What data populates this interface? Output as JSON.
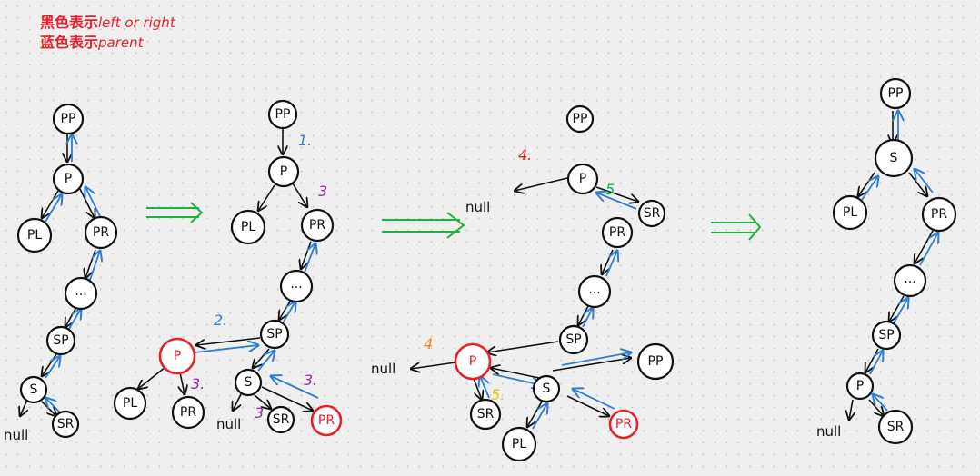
{
  "legend": {
    "line1_cn": "黑色表示",
    "line1_en": "left or right",
    "line2_cn": "蓝色表示",
    "line2_en": "parent",
    "color": "#e8202a"
  },
  "colors": {
    "black_edge": "#111111",
    "blue_edge": "#2f7fd0",
    "highlight": "#e8202a",
    "transition_arrow": "#19b53e",
    "step1": "#2f7fd0",
    "step2": "#2f7fd0",
    "step3": "#9a2aa8",
    "step4_red": "#e8202a",
    "step4_orange": "#f08a1c",
    "step5_green": "#19b53e",
    "step5_yellow": "#f2c200"
  },
  "labels": {
    "pp": "PP",
    "p": "P",
    "pl": "PL",
    "pr": "PR",
    "dots": "...",
    "sp": "SP",
    "s": "S",
    "sr": "SR",
    "null": "null"
  },
  "step_labels": {
    "s1": "1.",
    "s2": "2.",
    "s3a": "3",
    "s3b": "3.",
    "s3c": "3.",
    "s3d": "3",
    "s4a": "4.",
    "s4b": "4",
    "s5a": "5",
    "s5b": "5."
  }
}
